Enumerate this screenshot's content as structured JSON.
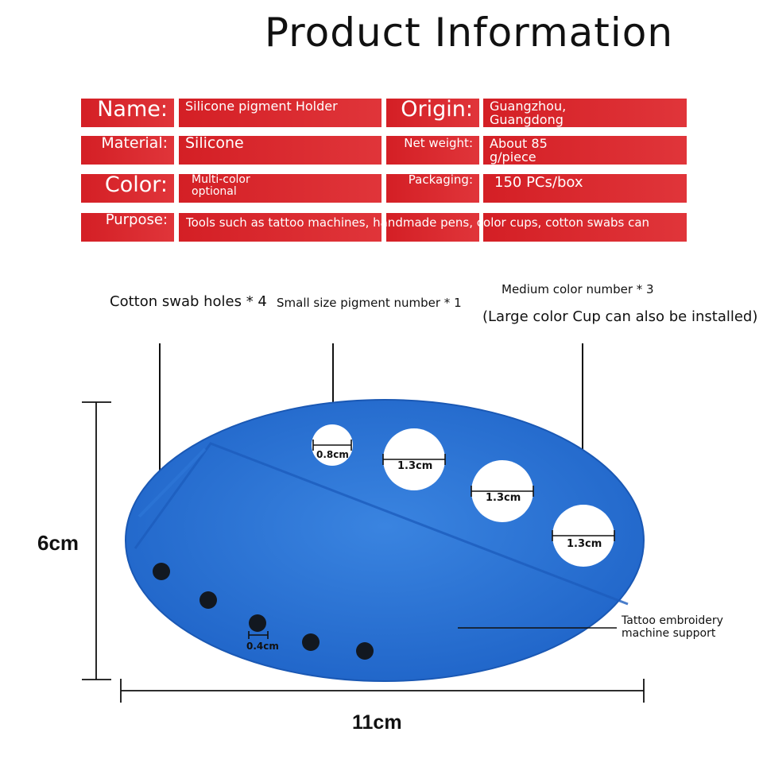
{
  "title": "Product Information",
  "specs": {
    "name_label": "Name:",
    "name_value": "Silicone pigment Holder",
    "origin_label": "Origin:",
    "origin_value_1": "Guangzhou,",
    "origin_value_2": "Guangdong",
    "material_label": "Material:",
    "material_value": "Silicone",
    "net_weight_label": "Net weight:",
    "net_weight_value_1": "About 85",
    "net_weight_value_2": "g/piece",
    "color_label": "Color:",
    "color_value_1": "Multi-color",
    "color_value_2": "optional",
    "packaging_label": "Packaging:",
    "packaging_value": "150 PCs/box",
    "purpose_label": "Purpose:",
    "purpose_value": "Tools such as tattoo machines, handmade pens, color cups, cotton swabs can"
  },
  "annotations": {
    "cotton_holes": "Cotton swab holes * 4",
    "small_pigment": "Small size pigment number * 1",
    "medium_color": "Medium color number * 3",
    "large_cup": "(Large color Cup can also be installed)",
    "support_1": "Tattoo embroidery",
    "support_2": "machine support"
  },
  "hole_sizes": {
    "small": "0.8cm",
    "medium_1": "1.3cm",
    "medium_2": "1.3cm",
    "medium_3": "1.3cm",
    "cotton": "0.4cm"
  },
  "dimensions": {
    "height": "6cm",
    "width": "11cm"
  },
  "colors": {
    "header_red": "#d8262b",
    "product_blue": "#2a72d4"
  }
}
